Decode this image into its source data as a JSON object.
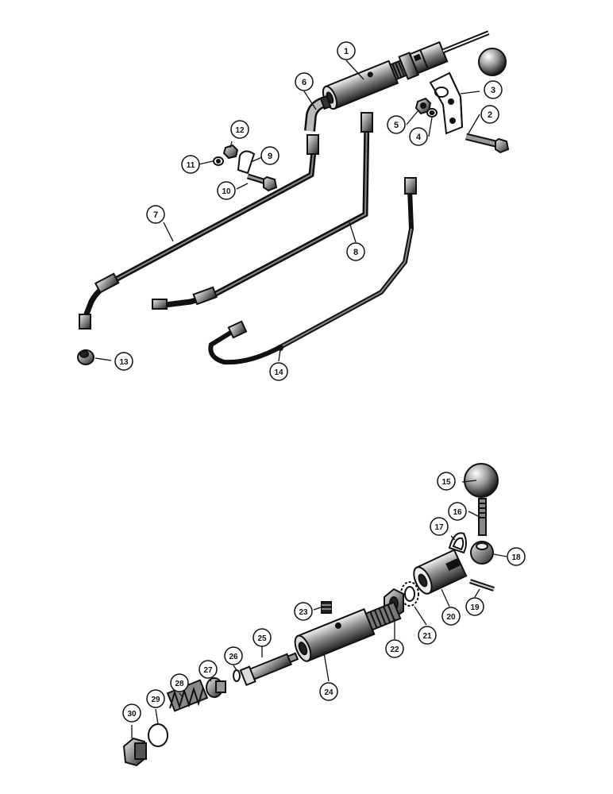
{
  "diagram": {
    "type": "exploded parts diagram",
    "callouts": [
      "1",
      "2",
      "3",
      "4",
      "5",
      "6",
      "7",
      "8",
      "9",
      "10",
      "11",
      "12",
      "13",
      "14",
      "15",
      "16",
      "17",
      "18",
      "19",
      "20",
      "21",
      "22",
      "23",
      "24",
      "25",
      "26",
      "27",
      "28",
      "29",
      "30"
    ]
  }
}
